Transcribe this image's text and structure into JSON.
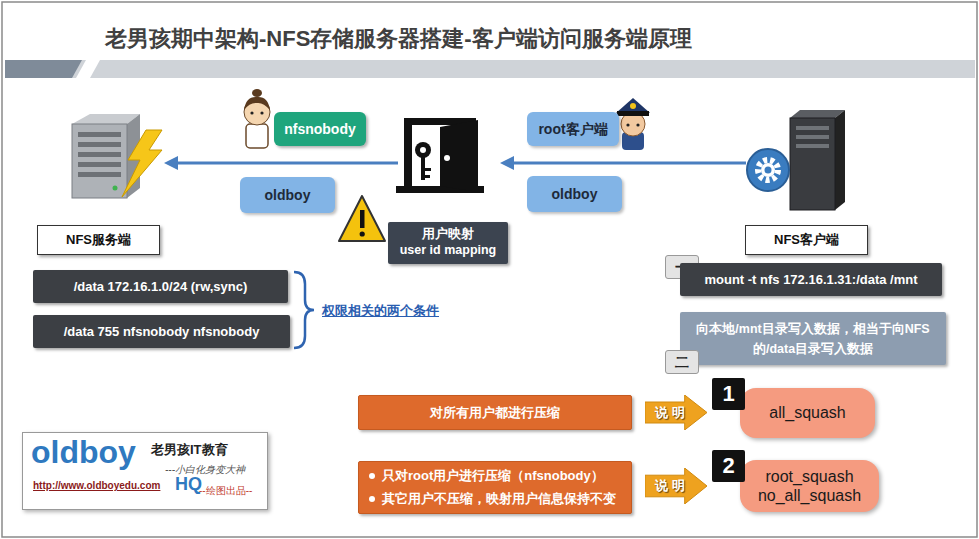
{
  "diagram": {
    "title": "老男孩期中架构-NFS存储服务器搭建-客户端访问服务端原理",
    "nodes": [
      {
        "text": [
          "nfsnobody"
        ]
      },
      {
        "text": [
          "root客户端"
        ]
      },
      {
        "text": [
          "oldboy"
        ]
      },
      {
        "text": [
          "oldboy"
        ]
      },
      {
        "text": [
          "用户映射",
          "user id mapping"
        ]
      },
      {
        "text": [
          "NFS服务端"
        ]
      },
      {
        "text": [
          "NFS客户端"
        ]
      },
      {
        "text": [
          "一"
        ]
      },
      {
        "text": [
          "mount -t nfs 172.16.1.31:/data /mnt"
        ]
      },
      {
        "text": [
          "/data 172.16.1.0/24 (rw,sync)"
        ]
      },
      {
        "text": [
          "/data 755 nfsnobody nfsnobody"
        ]
      },
      {
        "text": [
          "向本地/mnt目录写入数据，相当于向NFS 的/data目录写入数据"
        ]
      },
      {
        "text": [
          "二"
        ]
      },
      {
        "text": [
          "1"
        ]
      },
      {
        "text": [
          "对所有用户都进行压缩"
        ]
      },
      {
        "text": [
          "说 明"
        ]
      },
      {
        "text": [
          "all_squash"
        ]
      },
      {
        "text": [
          "2"
        ]
      },
      {
        "text": [
          "oldboy",
          "老男孩IT教育",
          "---小白化身变大神",
          "http://www.oldboyedu.com",
          "HQ",
          "--绘图出品--"
        ]
      },
      {
        "text": [
          "只对root用户进行压缩（nfsnobody）",
          "其它用户不压缩，映射用户信息保持不变"
        ]
      },
      {
        "text": [
          "说 明"
        ]
      },
      {
        "text": [
          "root_squash no_all_squash"
        ]
      }
    ],
    "labels": [
      "权限相关的两个条件"
    ]
  }
}
